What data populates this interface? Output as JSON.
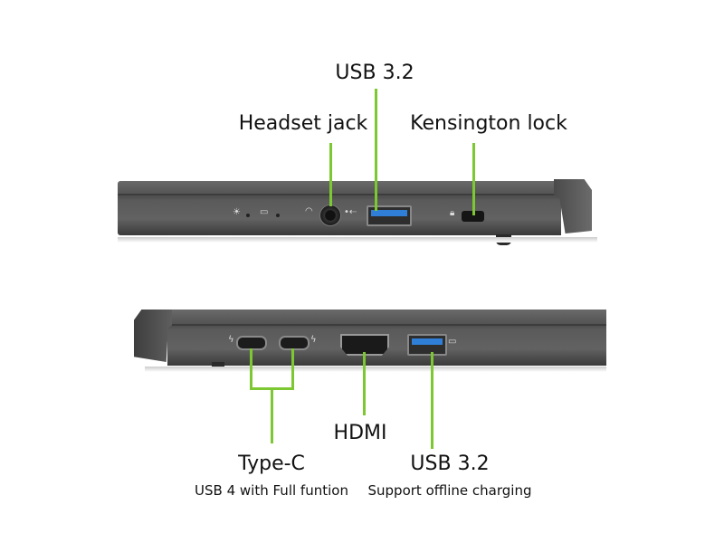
{
  "top_view": {
    "labels": {
      "usb": "USB 3.2",
      "headset": "Headset jack",
      "kensington": "Kensington lock"
    }
  },
  "bottom_view": {
    "labels": {
      "typec": "Type-C",
      "typec_sub": "USB 4 with Full funtion",
      "hdmi": "HDMI",
      "usb": "USB 3.2",
      "usb_sub": "Support offline charging"
    }
  },
  "colors": {
    "callout": "#7dc832",
    "usb_blue": "#2f7fd8",
    "chassis": "#5a5a5a"
  }
}
